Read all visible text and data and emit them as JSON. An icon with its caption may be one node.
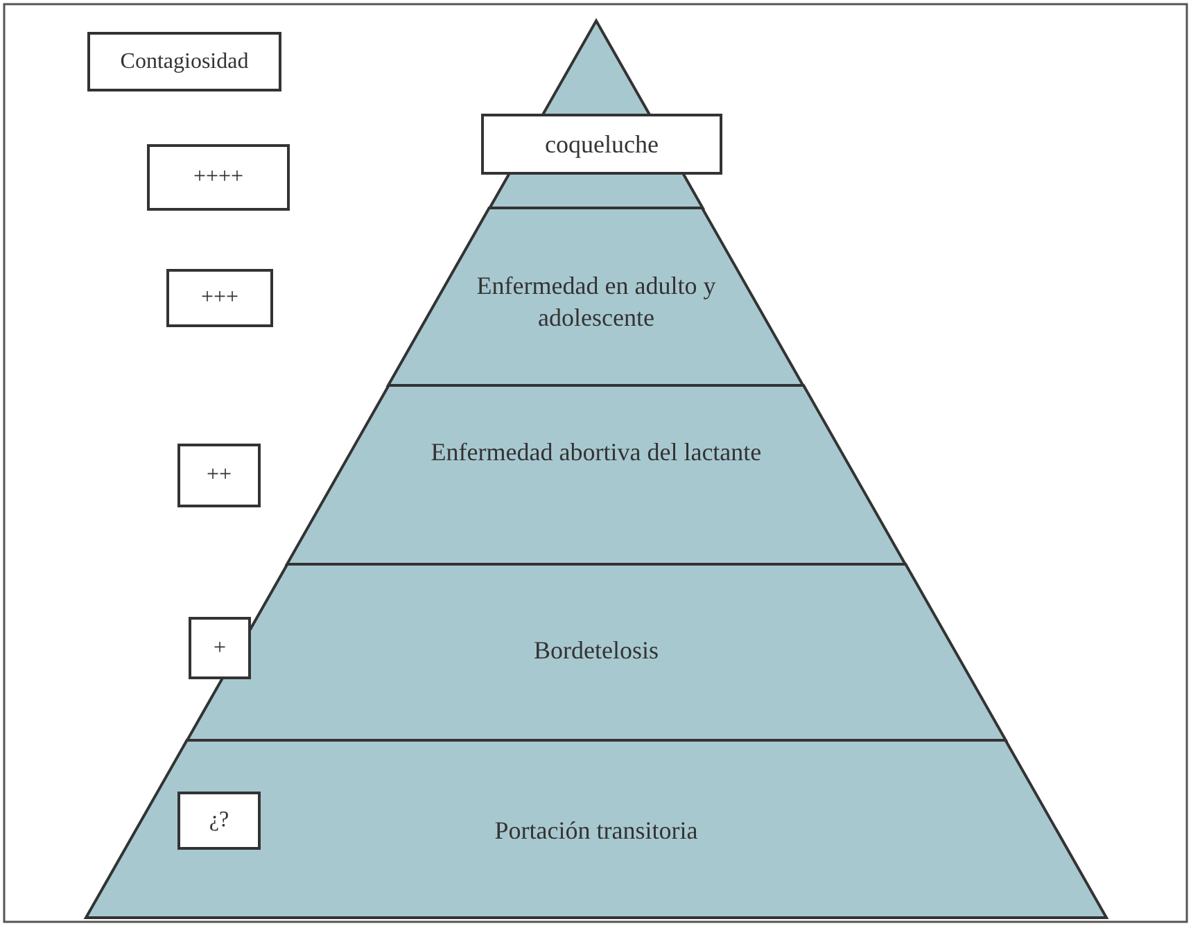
{
  "diagram": {
    "nodes": [
      {
        "text": [
          "Contagiosidad"
        ]
      },
      {
        "text": [
          "++++"
        ]
      },
      {
        "text": [
          "+++"
        ]
      },
      {
        "text": [
          "++"
        ]
      },
      {
        "text": [
          "+"
        ]
      },
      {
        "text": [
          "¿?"
        ],
        "in": 10
      },
      {
        "text": [
          "coqueluche"
        ]
      },
      {
        "text": [
          "Enfermedad en adulto y adolescente"
        ]
      },
      {
        "text": [
          "Enfermedad abortiva del lactante"
        ]
      },
      {
        "text": [
          "Bordetelosis"
        ]
      },
      {
        "text": [
          "Portación transitoria"
        ]
      }
    ]
  }
}
